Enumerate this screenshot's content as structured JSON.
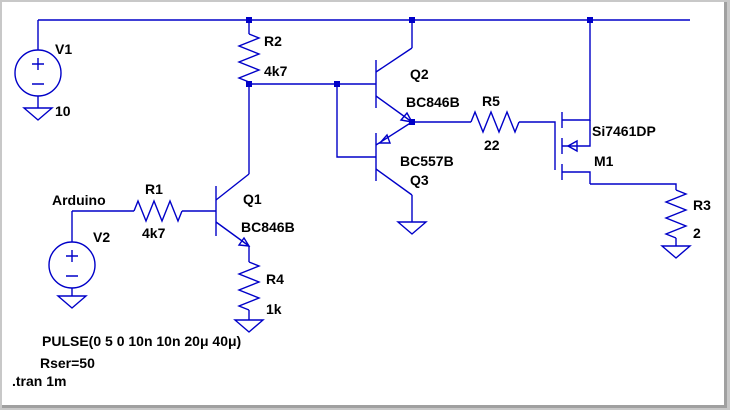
{
  "components": {
    "v1": {
      "name": "V1",
      "value": "10"
    },
    "v2": {
      "name": "V2"
    },
    "r1": {
      "name": "R1",
      "value": "4k7"
    },
    "r2": {
      "name": "R2",
      "value": "4k7"
    },
    "r3": {
      "name": "R3",
      "value": "2"
    },
    "r4": {
      "name": "R4",
      "value": "1k"
    },
    "r5": {
      "name": "R5",
      "value": "22"
    },
    "q1": {
      "name": "Q1",
      "model": "BC846B"
    },
    "q2": {
      "name": "Q2",
      "model": "BC846B"
    },
    "q3": {
      "name": "Q3",
      "model": "BC557B"
    },
    "m1": {
      "name": "M1",
      "model": "Si7461DP"
    }
  },
  "net_labels": {
    "arduino": "Arduino"
  },
  "directives": {
    "pulse": "PULSE(0 5 0 10n 10n 20μ 40μ)",
    "rser": "Rser=50",
    "tran": ".tran 1m"
  },
  "colors": {
    "wire": "#0000c8",
    "background": "#ffffff",
    "frame": "#c8c8c8"
  }
}
